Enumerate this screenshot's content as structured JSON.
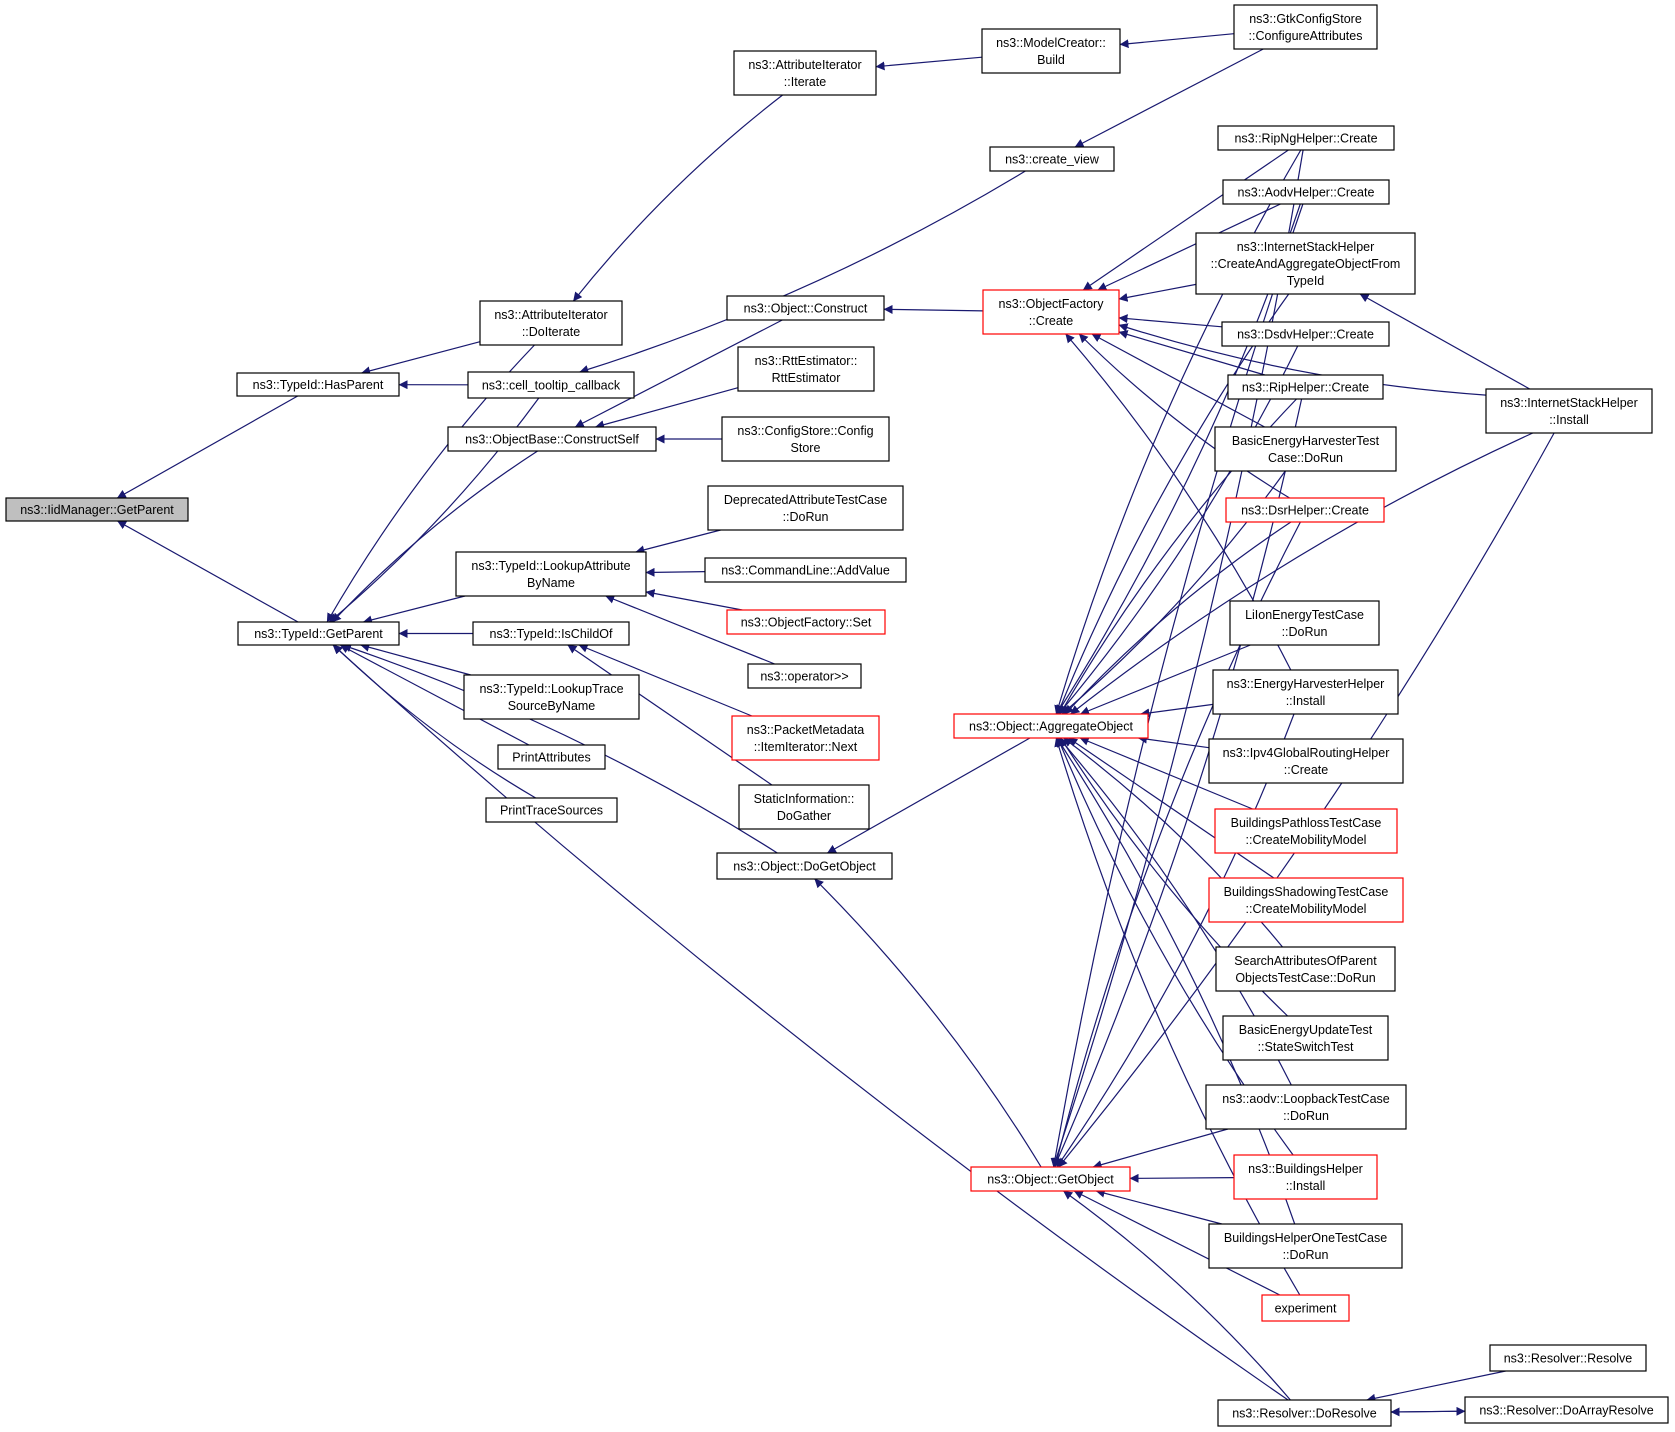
{
  "colors": {
    "edge": "#191970",
    "box_border": "#000000",
    "box_border_truncated": "#ff0000",
    "box_fill": "#ffffff",
    "root_fill": "#bfbfbf",
    "text": "#000000"
  },
  "nodes": [
    {
      "id": "iidmanager_getparent",
      "lines": [
        "ns3::IidManager::GetParent"
      ],
      "truncated": false,
      "root": true
    },
    {
      "id": "typeid_hasparent",
      "lines": [
        "ns3::TypeId::HasParent"
      ],
      "truncated": false
    },
    {
      "id": "typeid_getparent",
      "lines": [
        "ns3::TypeId::GetParent"
      ],
      "truncated": false
    },
    {
      "id": "attributeiterator_doiterate",
      "lines": [
        "ns3::AttributeIterator",
        "::DoIterate"
      ],
      "truncated": false
    },
    {
      "id": "cell_tooltip_callback",
      "lines": [
        "ns3::cell_tooltip_callback"
      ],
      "truncated": false
    },
    {
      "id": "objectbase_constructself",
      "lines": [
        "ns3::ObjectBase::ConstructSelf"
      ],
      "truncated": false
    },
    {
      "id": "typeid_lookupattributebyname",
      "lines": [
        "ns3::TypeId::LookupAttribute",
        "ByName"
      ],
      "truncated": false
    },
    {
      "id": "typeid_ischildof",
      "lines": [
        "ns3::TypeId::IsChildOf"
      ],
      "truncated": false
    },
    {
      "id": "typeid_lookuptracesourcebyname",
      "lines": [
        "ns3::TypeId::LookupTrace",
        "SourceByName"
      ],
      "truncated": false
    },
    {
      "id": "printattributes",
      "lines": [
        "PrintAttributes"
      ],
      "truncated": false
    },
    {
      "id": "printtracesources",
      "lines": [
        "PrintTraceSources"
      ],
      "truncated": false
    },
    {
      "id": "attributeiterator_iterate",
      "lines": [
        "ns3::AttributeIterator",
        "::Iterate"
      ],
      "truncated": false
    },
    {
      "id": "create_view",
      "lines": [
        "ns3::create_view"
      ],
      "truncated": false
    },
    {
      "id": "object_construct",
      "lines": [
        "ns3::Object::Construct"
      ],
      "truncated": false
    },
    {
      "id": "rttestimator",
      "lines": [
        "ns3::RttEstimator::",
        "RttEstimator"
      ],
      "truncated": false
    },
    {
      "id": "configstore",
      "lines": [
        "ns3::ConfigStore::Config",
        "Store"
      ],
      "truncated": false
    },
    {
      "id": "deprecatedattributetestcase",
      "lines": [
        "DeprecatedAttributeTestCase",
        "::DoRun"
      ],
      "truncated": false
    },
    {
      "id": "commandline_addvalue",
      "lines": [
        "ns3::CommandLine::AddValue"
      ],
      "truncated": false
    },
    {
      "id": "objectfactory_set",
      "lines": [
        "ns3::ObjectFactory::Set"
      ],
      "truncated": true
    },
    {
      "id": "operator_rshift",
      "lines": [
        "ns3::operator>>"
      ],
      "truncated": false
    },
    {
      "id": "packetmetadata_next",
      "lines": [
        "ns3::PacketMetadata",
        "::ItemIterator::Next"
      ],
      "truncated": true
    },
    {
      "id": "staticinformation_dogather",
      "lines": [
        "StaticInformation::",
        "DoGather"
      ],
      "truncated": false
    },
    {
      "id": "object_dogetobject",
      "lines": [
        "ns3::Object::DoGetObject"
      ],
      "truncated": false
    },
    {
      "id": "modelcreator_build",
      "lines": [
        "ns3::ModelCreator::",
        "Build"
      ],
      "truncated": false
    },
    {
      "id": "gtkconfigstore_configureattributes",
      "lines": [
        "ns3::GtkConfigStore",
        "::ConfigureAttributes"
      ],
      "truncated": false
    },
    {
      "id": "objectfactory_create",
      "lines": [
        "ns3::ObjectFactory",
        "::Create"
      ],
      "truncated": true
    },
    {
      "id": "object_aggregateobject",
      "lines": [
        "ns3::Object::AggregateObject"
      ],
      "truncated": true
    },
    {
      "id": "object_getobject",
      "lines": [
        "ns3::Object::GetObject"
      ],
      "truncated": true
    },
    {
      "id": "ripnghelper_create",
      "lines": [
        "ns3::RipNgHelper::Create"
      ],
      "truncated": false
    },
    {
      "id": "aodvhelper_create",
      "lines": [
        "ns3::AodvHelper::Create"
      ],
      "truncated": false
    },
    {
      "id": "internetstackhelper_createandaggregate",
      "lines": [
        "ns3::InternetStackHelper",
        "::CreateAndAggregateObjectFrom",
        "TypeId"
      ],
      "truncated": false
    },
    {
      "id": "dsdvhelper_create",
      "lines": [
        "ns3::DsdvHelper::Create"
      ],
      "truncated": false
    },
    {
      "id": "riphelper_create",
      "lines": [
        "ns3::RipHelper::Create"
      ],
      "truncated": false
    },
    {
      "id": "basicenergyharvestertestcase",
      "lines": [
        "BasicEnergyHarvesterTest",
        "Case::DoRun"
      ],
      "truncated": false
    },
    {
      "id": "dsrhelper_create",
      "lines": [
        "ns3::DsrHelper::Create"
      ],
      "truncated": true
    },
    {
      "id": "lionenergytestcase",
      "lines": [
        "LiIonEnergyTestCase",
        "::DoRun"
      ],
      "truncated": false
    },
    {
      "id": "energyharvesterhelper_install",
      "lines": [
        "ns3::EnergyHarvesterHelper",
        "::Install"
      ],
      "truncated": false
    },
    {
      "id": "ipv4globalroutinghelper_create",
      "lines": [
        "ns3::Ipv4GlobalRoutingHelper",
        "::Create"
      ],
      "truncated": false
    },
    {
      "id": "buildingspathlosstestcase",
      "lines": [
        "BuildingsPathlossTestCase",
        "::CreateMobilityModel"
      ],
      "truncated": true
    },
    {
      "id": "buildingsshadowingtestcase",
      "lines": [
        "BuildingsShadowingTestCase",
        "::CreateMobilityModel"
      ],
      "truncated": true
    },
    {
      "id": "searchattributesofparent",
      "lines": [
        "SearchAttributesOfParent",
        "ObjectsTestCase::DoRun"
      ],
      "truncated": false
    },
    {
      "id": "basicenergyupdatetest",
      "lines": [
        "BasicEnergyUpdateTest",
        "::StateSwitchTest"
      ],
      "truncated": false
    },
    {
      "id": "aodv_loopbacktestcase",
      "lines": [
        "ns3::aodv::LoopbackTestCase",
        "::DoRun"
      ],
      "truncated": false
    },
    {
      "id": "buildingshelper_install",
      "lines": [
        "ns3::BuildingsHelper",
        "::Install"
      ],
      "truncated": true
    },
    {
      "id": "buildingshelperonetestcase",
      "lines": [
        "BuildingsHelperOneTestCase",
        "::DoRun"
      ],
      "truncated": false
    },
    {
      "id": "experiment",
      "lines": [
        "experiment"
      ],
      "truncated": true
    },
    {
      "id": "resolver_doresolve",
      "lines": [
        "ns3::Resolver::DoResolve"
      ],
      "truncated": false
    },
    {
      "id": "internetstackhelper_install",
      "lines": [
        "ns3::InternetStackHelper",
        "::Install"
      ],
      "truncated": false
    },
    {
      "id": "resolver_resolve",
      "lines": [
        "ns3::Resolver::Resolve"
      ],
      "truncated": false
    },
    {
      "id": "resolver_doarrayresolve",
      "lines": [
        "ns3::Resolver::DoArrayResolve"
      ],
      "truncated": false
    }
  ],
  "edges": [
    {
      "from": "iidmanager_getparent",
      "to": "typeid_hasparent"
    },
    {
      "from": "iidmanager_getparent",
      "to": "typeid_getparent"
    },
    {
      "from": "typeid_hasparent",
      "to": "attributeiterator_doiterate"
    },
    {
      "from": "typeid_hasparent",
      "to": "cell_tooltip_callback"
    },
    {
      "from": "typeid_getparent",
      "to": "attributeiterator_doiterate"
    },
    {
      "from": "typeid_getparent",
      "to": "cell_tooltip_callback"
    },
    {
      "from": "typeid_getparent",
      "to": "objectbase_constructself"
    },
    {
      "from": "typeid_getparent",
      "to": "typeid_lookupattributebyname"
    },
    {
      "from": "typeid_getparent",
      "to": "typeid_ischildof"
    },
    {
      "from": "typeid_getparent",
      "to": "typeid_lookuptracesourcebyname"
    },
    {
      "from": "typeid_getparent",
      "to": "printattributes"
    },
    {
      "from": "typeid_getparent",
      "to": "printtracesources"
    },
    {
      "from": "typeid_getparent",
      "to": "object_dogetobject"
    },
    {
      "from": "typeid_getparent",
      "to": "resolver_doresolve"
    },
    {
      "from": "attributeiterator_doiterate",
      "to": "attributeiterator_iterate"
    },
    {
      "from": "cell_tooltip_callback",
      "to": "create_view"
    },
    {
      "from": "objectbase_constructself",
      "to": "object_construct"
    },
    {
      "from": "objectbase_constructself",
      "to": "rttestimator"
    },
    {
      "from": "objectbase_constructself",
      "to": "configstore"
    },
    {
      "from": "typeid_lookupattributebyname",
      "to": "deprecatedattributetestcase"
    },
    {
      "from": "typeid_lookupattributebyname",
      "to": "commandline_addvalue"
    },
    {
      "from": "typeid_lookupattributebyname",
      "to": "objectfactory_set"
    },
    {
      "from": "typeid_lookupattributebyname",
      "to": "operator_rshift"
    },
    {
      "from": "typeid_ischildof",
      "to": "packetmetadata_next"
    },
    {
      "from": "typeid_ischildof",
      "to": "staticinformation_dogather"
    },
    {
      "from": "attributeiterator_iterate",
      "to": "modelcreator_build"
    },
    {
      "from": "modelcreator_build",
      "to": "gtkconfigstore_configureattributes"
    },
    {
      "from": "create_view",
      "to": "gtkconfigstore_configureattributes"
    },
    {
      "from": "object_construct",
      "to": "objectfactory_create"
    },
    {
      "from": "object_dogetobject",
      "to": "object_aggregateobject"
    },
    {
      "from": "object_dogetobject",
      "to": "object_getobject"
    },
    {
      "from": "objectfactory_create",
      "to": "ripnghelper_create"
    },
    {
      "from": "objectfactory_create",
      "to": "aodvhelper_create"
    },
    {
      "from": "objectfactory_create",
      "to": "internetstackhelper_createandaggregate"
    },
    {
      "from": "objectfactory_create",
      "to": "dsdvhelper_create"
    },
    {
      "from": "objectfactory_create",
      "to": "riphelper_create"
    },
    {
      "from": "objectfactory_create",
      "to": "basicenergyharvestertestcase"
    },
    {
      "from": "objectfactory_create",
      "to": "dsrhelper_create"
    },
    {
      "from": "objectfactory_create",
      "to": "energyharvesterhelper_install"
    },
    {
      "from": "objectfactory_create",
      "to": "internetstackhelper_install"
    },
    {
      "from": "object_aggregateobject",
      "to": "ripnghelper_create"
    },
    {
      "from": "object_aggregateobject",
      "to": "aodvhelper_create"
    },
    {
      "from": "object_aggregateobject",
      "to": "internetstackhelper_createandaggregate"
    },
    {
      "from": "object_aggregateobject",
      "to": "dsdvhelper_create"
    },
    {
      "from": "object_aggregateobject",
      "to": "riphelper_create"
    },
    {
      "from": "object_aggregateobject",
      "to": "basicenergyharvestertestcase"
    },
    {
      "from": "object_aggregateobject",
      "to": "dsrhelper_create"
    },
    {
      "from": "object_aggregateobject",
      "to": "lionenergytestcase"
    },
    {
      "from": "object_aggregateobject",
      "to": "energyharvesterhelper_install"
    },
    {
      "from": "object_aggregateobject",
      "to": "ipv4globalroutinghelper_create"
    },
    {
      "from": "object_aggregateobject",
      "to": "buildingspathlosstestcase"
    },
    {
      "from": "object_aggregateobject",
      "to": "buildingsshadowingtestcase"
    },
    {
      "from": "object_aggregateobject",
      "to": "searchattributesofparent"
    },
    {
      "from": "object_aggregateobject",
      "to": "basicenergyupdatetest"
    },
    {
      "from": "object_aggregateobject",
      "to": "aodv_loopbacktestcase"
    },
    {
      "from": "object_aggregateobject",
      "to": "buildingshelper_install"
    },
    {
      "from": "object_aggregateobject",
      "to": "buildingshelperonetestcase"
    },
    {
      "from": "object_aggregateobject",
      "to": "experiment"
    },
    {
      "from": "object_aggregateobject",
      "to": "internetstackhelper_install"
    },
    {
      "from": "object_getobject",
      "to": "ripnghelper_create"
    },
    {
      "from": "object_getobject",
      "to": "aodvhelper_create"
    },
    {
      "from": "object_getobject",
      "to": "riphelper_create"
    },
    {
      "from": "object_getobject",
      "to": "dsrhelper_create"
    },
    {
      "from": "object_getobject",
      "to": "energyharvesterhelper_install"
    },
    {
      "from": "object_getobject",
      "to": "aodv_loopbacktestcase"
    },
    {
      "from": "object_getobject",
      "to": "buildingshelper_install"
    },
    {
      "from": "object_getobject",
      "to": "buildingshelperonetestcase"
    },
    {
      "from": "object_getobject",
      "to": "experiment"
    },
    {
      "from": "object_getobject",
      "to": "resolver_doresolve"
    },
    {
      "from": "object_getobject",
      "to": "internetstackhelper_install"
    },
    {
      "from": "internetstackhelper_createandaggregate",
      "to": "internetstackhelper_install"
    },
    {
      "from": "resolver_doresolve",
      "to": "resolver_resolve"
    },
    {
      "from": "resolver_doresolve",
      "to": "resolver_doarrayresolve"
    },
    {
      "from": "resolver_doarrayresolve",
      "to": "resolver_doresolve"
    }
  ]
}
